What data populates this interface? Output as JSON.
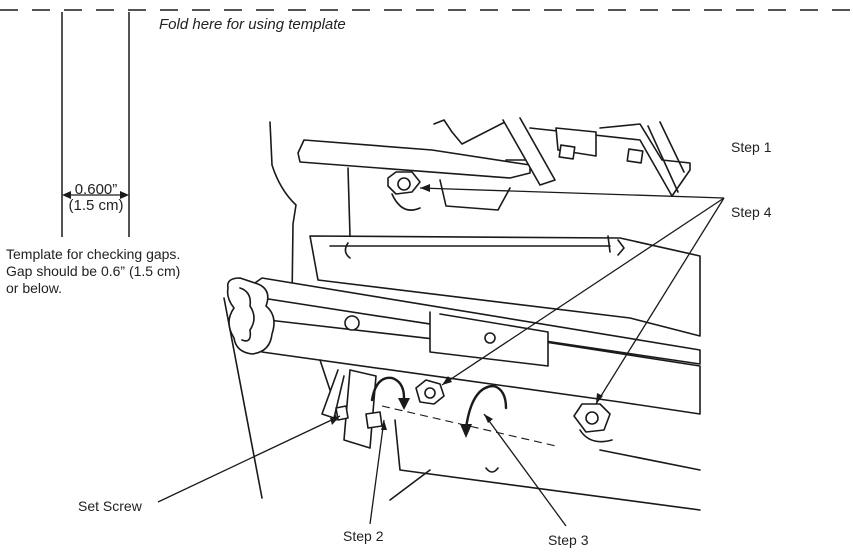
{
  "fold_label": "Fold here for using template",
  "measurement": {
    "inches": "0.600”",
    "cm": "(1.5 cm)"
  },
  "template_note": {
    "line1": "Template for checking gaps.",
    "line2": "Gap should be 0.6” (1.5 cm)",
    "line3": "or below."
  },
  "callouts": {
    "step1": "Step 1",
    "step2": "Step 2",
    "step3": "Step 3",
    "step4": "Step 4",
    "set_screw": "Set Screw"
  },
  "colors": {
    "line": "#1a1a1a",
    "text": "#222222"
  }
}
